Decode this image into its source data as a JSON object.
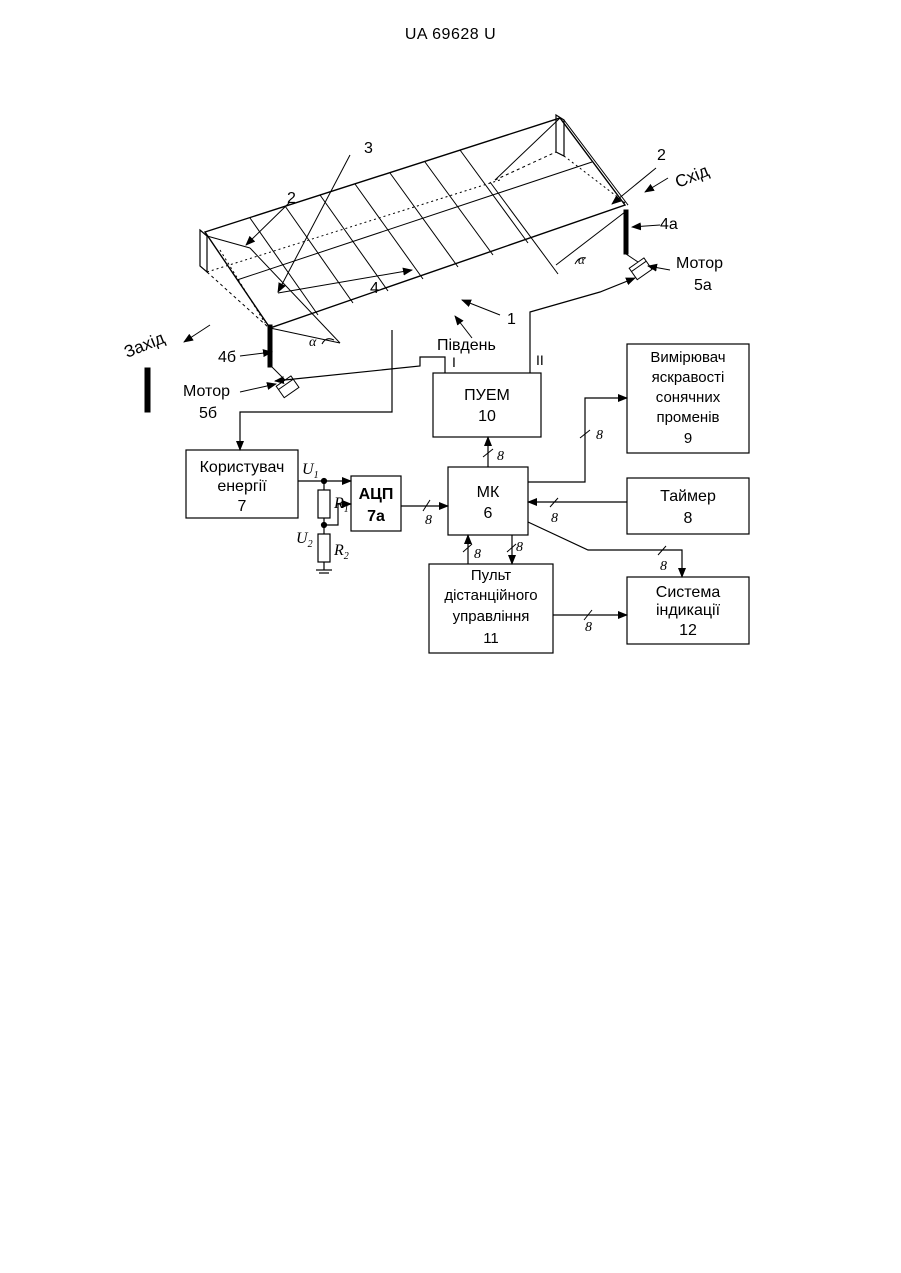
{
  "header": {
    "text": "UA   69628   U"
  },
  "figure": {
    "labels": {
      "east": "Схід",
      "west": "Захід",
      "south": "Південь",
      "num_1": "1",
      "num_2_left": "2",
      "num_2_right": "2",
      "num_3": "3",
      "num_4": "4",
      "num_4a": "4а",
      "num_4b": "4б",
      "motor_a_label": "Мотор",
      "motor_a_num": "5а",
      "motor_b_label": "Мотор",
      "motor_b_num": "5б",
      "alpha_left": "α",
      "alpha_right": "α",
      "roman_1": "I",
      "roman_2": "II",
      "u1": "U",
      "u1_sub": "1",
      "u2": "U",
      "u2_sub": "2",
      "r1": "R",
      "r1_sub": "1",
      "r2": "R",
      "r2_sub": "2",
      "bus_width": "8"
    },
    "blocks": {
      "consumer": {
        "line1": "Користувач",
        "line2": "енергії",
        "num": "7"
      },
      "adc": {
        "line1": "АЦП",
        "num": "7а"
      },
      "mcu": {
        "line1": "МК",
        "num": "6"
      },
      "puem": {
        "line1": "ПУЕМ",
        "num": "10"
      },
      "meter": {
        "line1": "Вимірювач",
        "line2": "яскравості",
        "line3": "сонячних",
        "line4": "променів",
        "num": "9"
      },
      "timer": {
        "line1": "Таймер",
        "num": "8"
      },
      "remote": {
        "line1": "Пульт",
        "line2": "дістанційного",
        "line3": "управління",
        "num": "11"
      },
      "display": {
        "line1": "Система",
        "line2": "індикації",
        "num": "12"
      }
    }
  }
}
